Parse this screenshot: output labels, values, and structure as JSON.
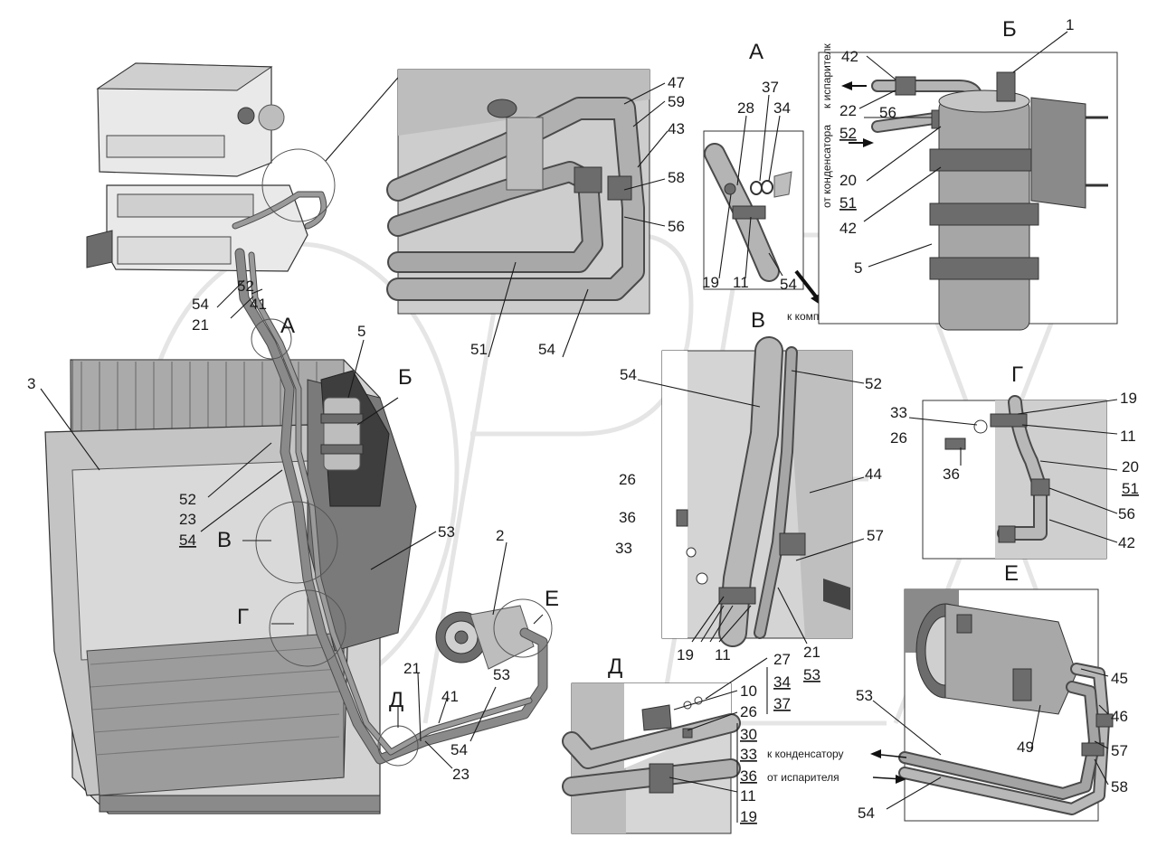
{
  "views": {
    "A": "А",
    "B": "Б",
    "V": "В",
    "G": "Г",
    "D": "Д",
    "E": "Е"
  },
  "arrows": {
    "to_compressor": "к компрессору",
    "to_evaporator": "к испарителк",
    "from_condenser": "от конденсатора",
    "to_condenser": "к конденсатору",
    "from_evaporator": "от испарителя"
  },
  "main_labels": {
    "p3": "3",
    "p5": "5",
    "p52a": "52",
    "p41a": "41",
    "p54a": "54",
    "p21a": "21",
    "viewA": "А",
    "viewB": "Б",
    "viewV": "В",
    "viewG": "Г",
    "viewD": "Д",
    "viewE": "Е",
    "p52b": "52",
    "p23a": "23",
    "p54b": "54",
    "p53a": "53",
    "p2": "2",
    "p21b": "21",
    "p41b": "41",
    "p53b": "53",
    "p54c": "54",
    "p23b": "23"
  },
  "detail_top": {
    "p47": "47",
    "p59": "59",
    "p43": "43",
    "p58": "58",
    "p56": "56",
    "p51": "51",
    "p54": "54"
  },
  "detail_A": {
    "p37": "37",
    "p28": "28",
    "p34": "34",
    "p19": "19",
    "p11": "11",
    "p54": "54"
  },
  "detail_B": {
    "p42a": "42",
    "p1": "1",
    "p22": "22",
    "p56": "56",
    "p52": "52",
    "p20": "20",
    "p51": "51",
    "p42b": "42",
    "p5": "5"
  },
  "detail_V": {
    "p54": "54",
    "p52": "52",
    "p44": "44",
    "p26": "26",
    "p36": "36",
    "p33": "33",
    "p57": "57",
    "p19": "19",
    "p11": "11",
    "p21": "21",
    "p53": "53"
  },
  "detail_G": {
    "p19": "19",
    "p33": "33",
    "p11": "11",
    "p26": "26",
    "p36": "36",
    "p20": "20",
    "p51": "51",
    "p56": "56",
    "p42": "42"
  },
  "detail_D": {
    "p27": "27",
    "p10": "10",
    "p34": "34",
    "p37": "37",
    "p26": "26",
    "p30": "30",
    "p33": "33",
    "p36": "36",
    "p11": "11",
    "p19": "19"
  },
  "detail_E": {
    "p45": "45",
    "p46": "46",
    "p53": "53",
    "p49": "49",
    "p57": "57",
    "p58": "58",
    "p54": "54"
  },
  "watermark": "OPEX"
}
